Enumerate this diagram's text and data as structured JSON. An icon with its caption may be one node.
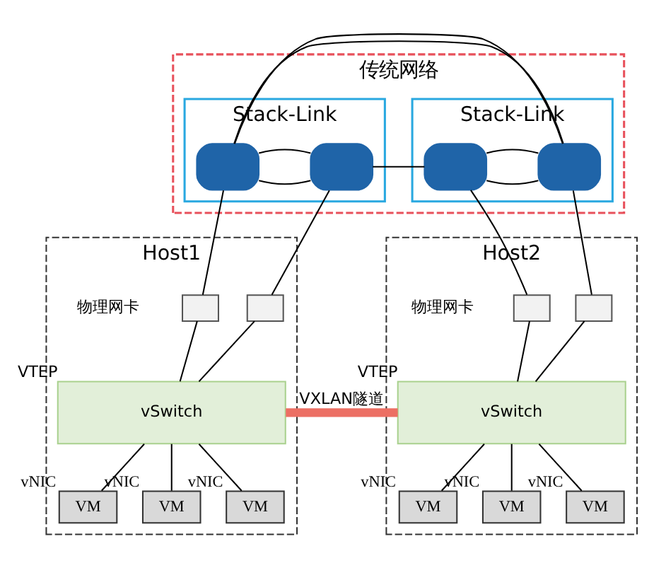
{
  "diagram": {
    "nodes": [
      {
        "text": [
          "传统网络"
        ]
      },
      {
        "text": [
          "Stack-Link"
        ],
        "in": 0
      },
      {
        "text": [],
        "shape": "box",
        "in": 1
      },
      {
        "text": [],
        "shape": "box",
        "in": 1
      },
      {
        "text": [
          "Stack-Link"
        ],
        "in": 0
      },
      {
        "text": [],
        "shape": "box",
        "in": 4
      },
      {
        "text": [],
        "shape": "box",
        "in": 4
      },
      {
        "text": [
          "Host1"
        ]
      },
      {
        "text": [],
        "shape": "box",
        "in": 7
      },
      {
        "text": [],
        "shape": "box",
        "in": 7
      },
      {
        "text": [
          "vSwitch"
        ],
        "beside": [
          "VTEP"
        ],
        "in": 7
      },
      {
        "text": [
          "VM"
        ],
        "beside": [
          "vNIC"
        ],
        "in": 7
      },
      {
        "text": [
          "VM"
        ],
        "beside": [
          "vNIC"
        ],
        "in": 7
      },
      {
        "text": [
          "VM"
        ],
        "beside": [
          "vNIC"
        ],
        "in": 7
      },
      {
        "text": [
          "Host2"
        ]
      },
      {
        "text": [],
        "shape": "box",
        "in": 14
      },
      {
        "text": [],
        "shape": "box",
        "in": 14
      },
      {
        "text": [
          "vSwitch"
        ],
        "beside": [
          "VTEP"
        ],
        "in": 14
      },
      {
        "text": [
          "VM"
        ],
        "beside": [
          "vNIC"
        ],
        "in": 14
      },
      {
        "text": [
          "VM"
        ],
        "beside": [
          "vNIC"
        ],
        "in": 14
      },
      {
        "text": [
          "VM"
        ],
        "beside": [
          "vNIC"
        ],
        "in": 14
      }
    ],
    "edges": [
      {
        "from": 2,
        "to": 3,
        "arrow": "none"
      },
      {
        "from": 2,
        "to": 3,
        "arrow": "none"
      },
      {
        "from": 5,
        "to": 6,
        "arrow": "none"
      },
      {
        "from": 5,
        "to": 6,
        "arrow": "none"
      },
      {
        "from": 2,
        "to": 6,
        "arrow": "none"
      },
      {
        "from": 3,
        "to": 5,
        "arrow": "none"
      },
      {
        "from": 2,
        "to": 8,
        "arrow": "none"
      },
      {
        "from": 3,
        "to": 9,
        "arrow": "none"
      },
      {
        "from": 5,
        "to": 15,
        "arrow": "none"
      },
      {
        "from": 6,
        "to": 16,
        "arrow": "none"
      },
      {
        "from": 8,
        "to": 10,
        "arrow": "none"
      },
      {
        "from": 9,
        "to": 10,
        "arrow": "none"
      },
      {
        "from": 15,
        "to": 17,
        "arrow": "none"
      },
      {
        "from": 16,
        "to": 17,
        "arrow": "none"
      },
      {
        "from": 10,
        "to": 11,
        "arrow": "none"
      },
      {
        "from": 10,
        "to": 12,
        "arrow": "none"
      },
      {
        "from": 10,
        "to": 13,
        "arrow": "none"
      },
      {
        "from": 17,
        "to": 18,
        "arrow": "none"
      },
      {
        "from": 17,
        "to": 19,
        "arrow": "none"
      },
      {
        "from": 17,
        "to": 20,
        "arrow": "none"
      },
      {
        "from": 10,
        "to": 17,
        "label": "VXLAN隧道",
        "arrow": "none",
        "style": "thick",
        "color": "#ec6f64"
      }
    ],
    "labels": [
      "物理网卡",
      "物理网卡"
    ]
  }
}
